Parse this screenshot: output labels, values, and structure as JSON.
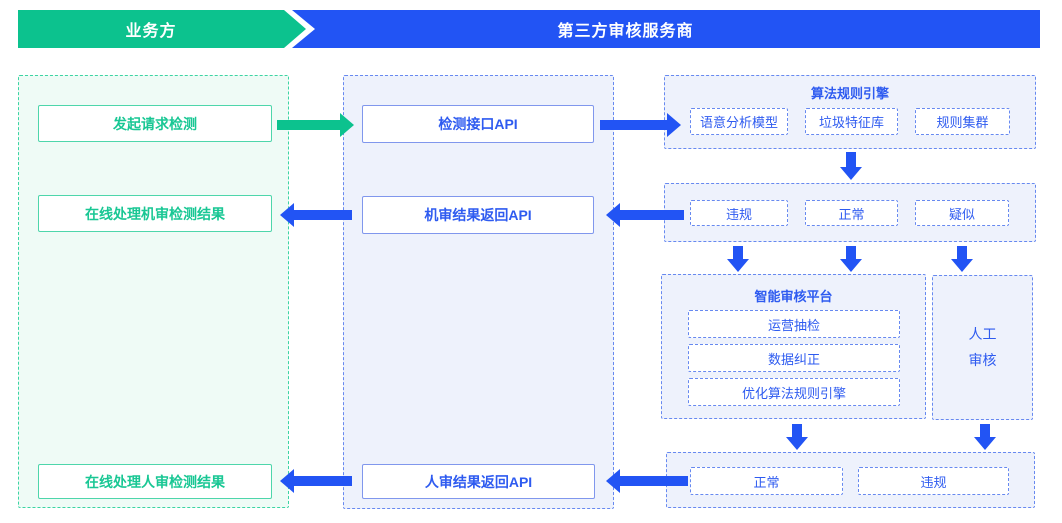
{
  "banners": {
    "business_label": "业务方",
    "provider_label": "第三方审核服务商"
  },
  "business_lane": {
    "request_box": "发起请求检测",
    "machine_result_box": "在线处理机审检测结果",
    "human_result_box": "在线处理人审检测结果"
  },
  "api_lane": {
    "detect_api": "检测接口API",
    "machine_return_api": "机审结果返回API",
    "human_return_api": "人审结果返回API"
  },
  "engine_panel": {
    "title": "算法规则引擎",
    "items": [
      "语意分析模型",
      "垃圾特征库",
      "规则集群"
    ]
  },
  "machine_results_panel": {
    "items": [
      "违规",
      "正常",
      "疑似"
    ]
  },
  "platform_panel": {
    "title": "智能审核平台",
    "items": [
      "运营抽检",
      "数据纠正",
      "优化算法规则引擎"
    ]
  },
  "manual_review_panel": {
    "label": "人工审核"
  },
  "human_results_panel": {
    "items": [
      "正常",
      "违规"
    ]
  },
  "colors": {
    "green": "#0cc28e",
    "blue": "#2254f4",
    "green_text": "#19c794",
    "blue_text": "#2e5bf0",
    "green_lane_bg": "#effbf6",
    "blue_lane_bg": "#eef2fc"
  }
}
